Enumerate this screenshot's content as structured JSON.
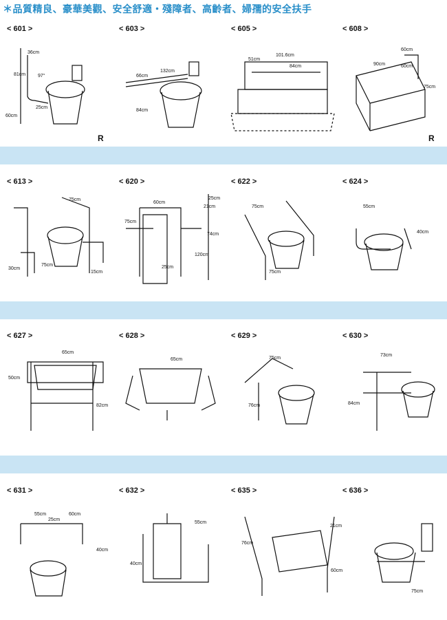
{
  "header": {
    "title": "＊品質精良、豪華美觀、安全舒適・殘障者、高齡者、婦孺的安全扶手"
  },
  "items": [
    {
      "label": "< 601 >",
      "dims": [
        "36cm",
        "81cm",
        "97°",
        "25cm",
        "60cm"
      ],
      "mark": "R"
    },
    {
      "label": "< 603 >",
      "dims": [
        "132cm",
        "66cm",
        "84cm"
      ]
    },
    {
      "label": "< 605 >",
      "dims": [
        "51cm",
        "101.6cm",
        "84cm"
      ]
    },
    {
      "label": "< 608 >",
      "dims": [
        "60cm",
        "90cm",
        "60cm",
        "75cm"
      ],
      "mark": "R"
    },
    {
      "label": "< 613 >",
      "dims": [
        "75cm",
        "30cm",
        "75cm",
        "15cm"
      ]
    },
    {
      "label": "< 620 >",
      "dims": [
        "60cm",
        "75cm",
        "25cm",
        "21cm",
        "74cm",
        "120cm",
        "25cm"
      ]
    },
    {
      "label": "< 622 >",
      "dims": [
        "75cm",
        "75cm"
      ]
    },
    {
      "label": "< 624 >",
      "dims": [
        "55cm",
        "40cm"
      ]
    },
    {
      "label": "< 627 >",
      "dims": [
        "65cm",
        "50cm",
        "82cm"
      ]
    },
    {
      "label": "< 628 >",
      "dims": [
        "65cm"
      ]
    },
    {
      "label": "< 629 >",
      "dims": [
        "75cm",
        "76cm"
      ]
    },
    {
      "label": "< 630 >",
      "dims": [
        "73cm",
        "84cm"
      ]
    },
    {
      "label": "< 631 >",
      "dims": [
        "55cm",
        "60cm",
        "25cm",
        "40cm"
      ]
    },
    {
      "label": "< 632 >",
      "dims": [
        "55cm",
        "40cm"
      ]
    },
    {
      "label": "< 635 >",
      "dims": [
        "76cm",
        "21cm",
        "60cm"
      ]
    },
    {
      "label": "< 636 >",
      "dims": [
        "75cm"
      ]
    }
  ]
}
